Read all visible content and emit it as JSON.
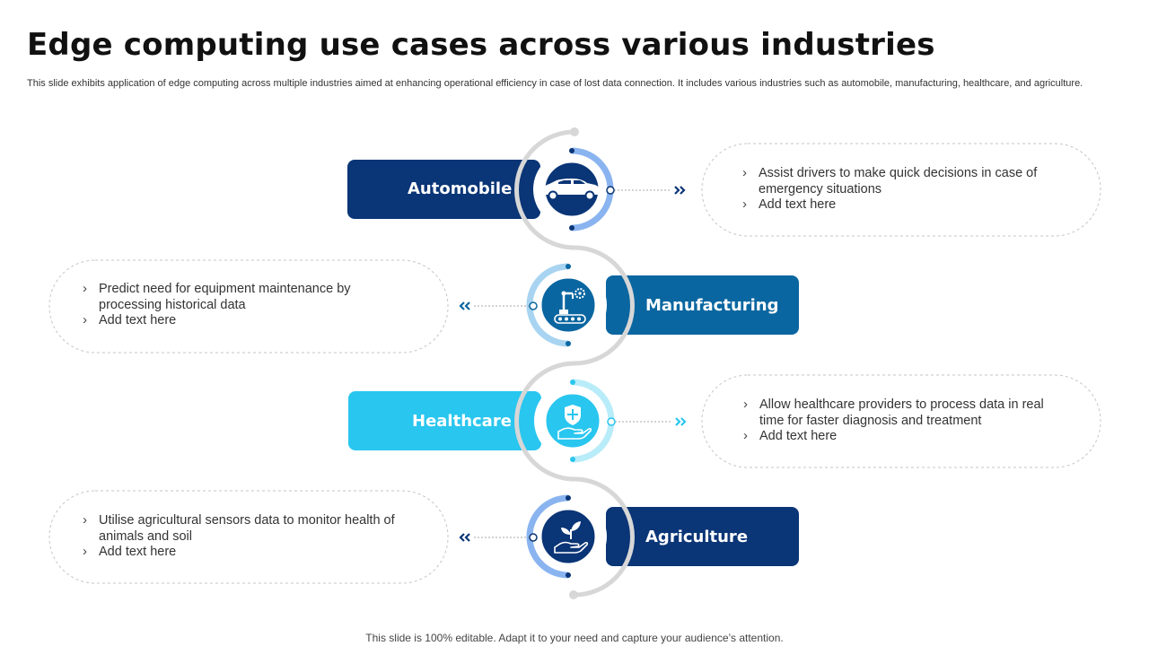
{
  "page": {
    "title": "Edge computing use cases across various industries",
    "subtitle": "This slide exhibits application of edge computing across multiple industries aimed at enhancing operational efficiency in case of lost data connection. It includes various industries such as automobile, manufacturing, healthcare, and agriculture.",
    "footer": "This slide is 100% editable. Adapt it to your need and capture your audience’s attention."
  },
  "industries": [
    {
      "name": "Automobile",
      "icon": "car-icon",
      "color": "#0a3576",
      "ring": "#8ab4f0",
      "points": [
        "Assist drivers to make quick decisions in case of emergency situations",
        "Add text here"
      ]
    },
    {
      "name": "Manufacturing",
      "icon": "robot-arm-conveyor-icon",
      "color": "#0a66a0",
      "ring": "#a8d4f2",
      "points": [
        "Predict need for equipment maintenance by processing historical data",
        "Add text here"
      ]
    },
    {
      "name": "Healthcare",
      "icon": "shield-hand-icon",
      "color": "#29c6ef",
      "ring": "#b8ecf9",
      "points": [
        "Allow healthcare providers to process data in real time for faster diagnosis and treatment",
        "Add text here"
      ]
    },
    {
      "name": "Agriculture",
      "icon": "plant-hand-icon",
      "color": "#0a3576",
      "ring": "#8ab4f0",
      "points": [
        "Utilise agricultural sensors data to monitor health of animals and soil",
        "Add text here"
      ]
    }
  ]
}
